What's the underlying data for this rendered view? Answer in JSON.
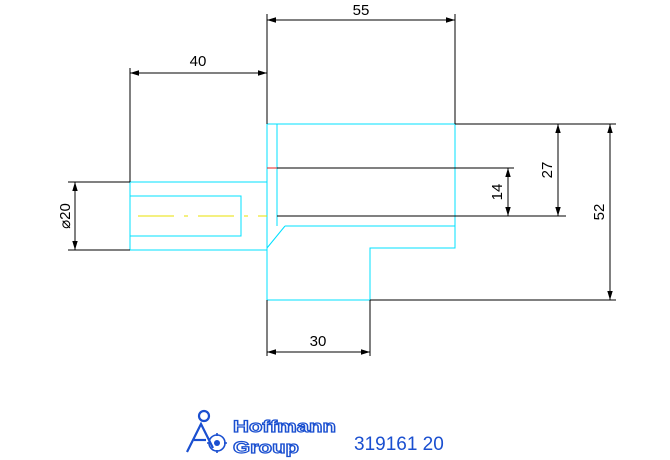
{
  "dimensions": {
    "overall_length": "55",
    "stem_length": "40",
    "stem_diameter": "⌀20",
    "offset": "14",
    "body_upper_height": "27",
    "body_height": "52",
    "step_length": "30"
  },
  "footer": {
    "logo_line1": "Hoffmann",
    "logo_line2": "Group",
    "part_number": "319161 20"
  },
  "colors": {
    "outline": "#00e0ff",
    "dimension": "#000000",
    "hidden_line": "#e02020",
    "center_line": "#e8e000",
    "brand": "#1a4fd0"
  }
}
